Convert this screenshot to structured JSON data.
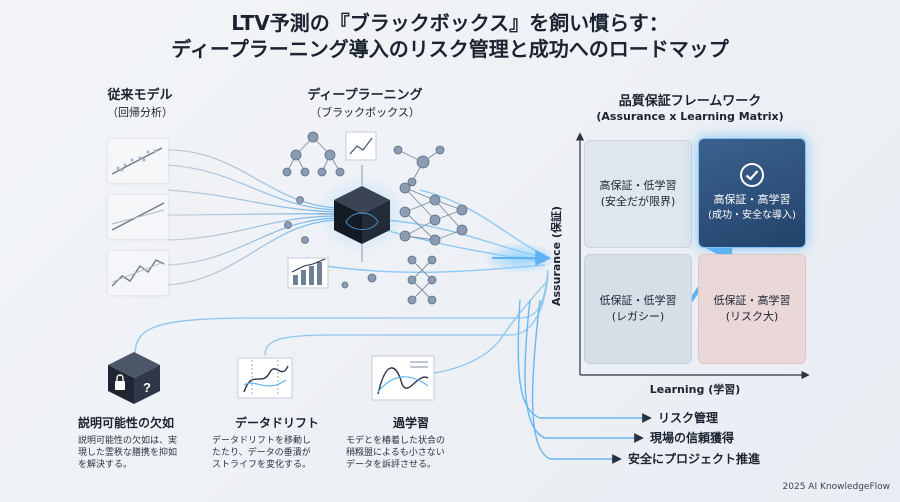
{
  "title": {
    "line1": "LTV予測の『ブラックボックス』を飼い慣らす：",
    "line2": "ディープラーニング導入のリスク管理と成功へのロードマップ"
  },
  "traditional": {
    "title": "従来モデル",
    "subtitle": "（回帰分析）"
  },
  "deep": {
    "title": "ディープラーニング",
    "subtitle": "（ブラックボックス）"
  },
  "framework": {
    "title": "品質保証フレームワーク",
    "subtitle": "(Assurance x Learning Matrix)",
    "y_axis": "Assurance (保証)",
    "x_axis": "Learning (学習)",
    "quadrants": {
      "tl": {
        "label": "高保証・低学習",
        "note": "(安全だが限界)"
      },
      "tr": {
        "label": "高保証・高学習",
        "note": "(成功・安全な導入)"
      },
      "bl": {
        "label": "低保証・低学習",
        "note": "(レガシー)"
      },
      "br": {
        "label": "低保証・高学習",
        "note": "(リスク大)"
      }
    }
  },
  "risks": [
    {
      "title": "説明可能性の欠如",
      "desc1": "説明可能性の欠如は、実",
      "desc2": "現した霊秩な膳携を抑如",
      "desc3": "を解決する。"
    },
    {
      "title": "データドリフト",
      "desc1": "データドリフトを移動し",
      "desc2": "たたり、データの垂潰が",
      "desc3": "ストライフを変化する。"
    },
    {
      "title": "過学習",
      "desc1": "モデとを椿着した状合の",
      "desc2": "稍糨盟によるも小さない",
      "desc3": "データを訴評させる。"
    }
  ],
  "outcomes": [
    "リスク管理",
    "現場の信頼獲得",
    "安全にプロジェクト推進"
  ],
  "footer": "2025 AI KnowledgeFlow",
  "colors": {
    "accent": "#4da8f0",
    "dark": "#1c2330",
    "risk": "#ead7d7",
    "success": "#2d4f78"
  }
}
